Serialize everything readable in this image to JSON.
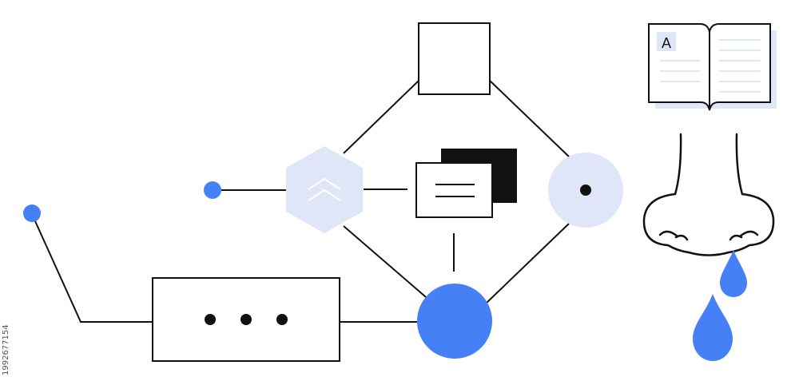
{
  "book": {
    "page_letter": "A"
  },
  "stock_id": "1992677154",
  "colors": {
    "accent_blue": "#4680f7",
    "light_blue": "#dfe6f7",
    "line_black": "#111111"
  },
  "icons": [
    "square-node",
    "hexagon-chevrons-icon",
    "message-cards-icon",
    "target-circle-icon",
    "ellipsis-box-icon",
    "blue-circle-node",
    "open-book-icon",
    "nose-icon",
    "water-drop-icon"
  ]
}
